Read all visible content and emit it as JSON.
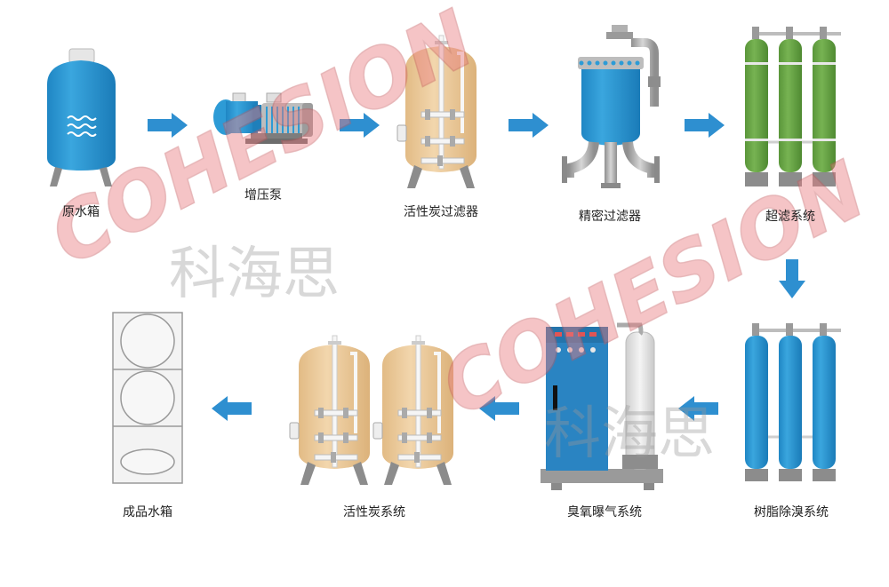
{
  "watermark": {
    "brand": "COHESION",
    "cn": "科海思",
    "color": "#e97c80"
  },
  "colors": {
    "arrow": "#2e8fd0",
    "tank_blue": "#2d9bd6",
    "tank_tan": "#edcd9f",
    "column_green": "#6aa547",
    "metal": "#8c8c8c",
    "pipe": "#a9a9a9"
  },
  "stages": [
    {
      "id": "raw-water-tank",
      "label": "原水箱",
      "icon": "tank-icon"
    },
    {
      "id": "booster-pump",
      "label": "增压泵",
      "icon": "pump-icon"
    },
    {
      "id": "activated-carbon-filter",
      "label": "活性炭过滤器",
      "icon": "filter-vessel-icon"
    },
    {
      "id": "precision-filter",
      "label": "精密过滤器",
      "icon": "cartridge-filter-icon"
    },
    {
      "id": "ultrafiltration-system",
      "label": "超滤系统",
      "icon": "membrane-column-icon"
    },
    {
      "id": "resin-bromate-removal-system",
      "label": "树脂除溴系统",
      "icon": "resin-column-icon"
    },
    {
      "id": "ozone-aeration-system",
      "label": "臭氧曝气系统",
      "icon": "ozone-generator-icon"
    },
    {
      "id": "activated-carbon-system",
      "label": "活性炭系统",
      "icon": "carbon-vessel-icon"
    },
    {
      "id": "product-water-tank",
      "label": "成品水箱",
      "icon": "panel-tank-icon"
    }
  ]
}
